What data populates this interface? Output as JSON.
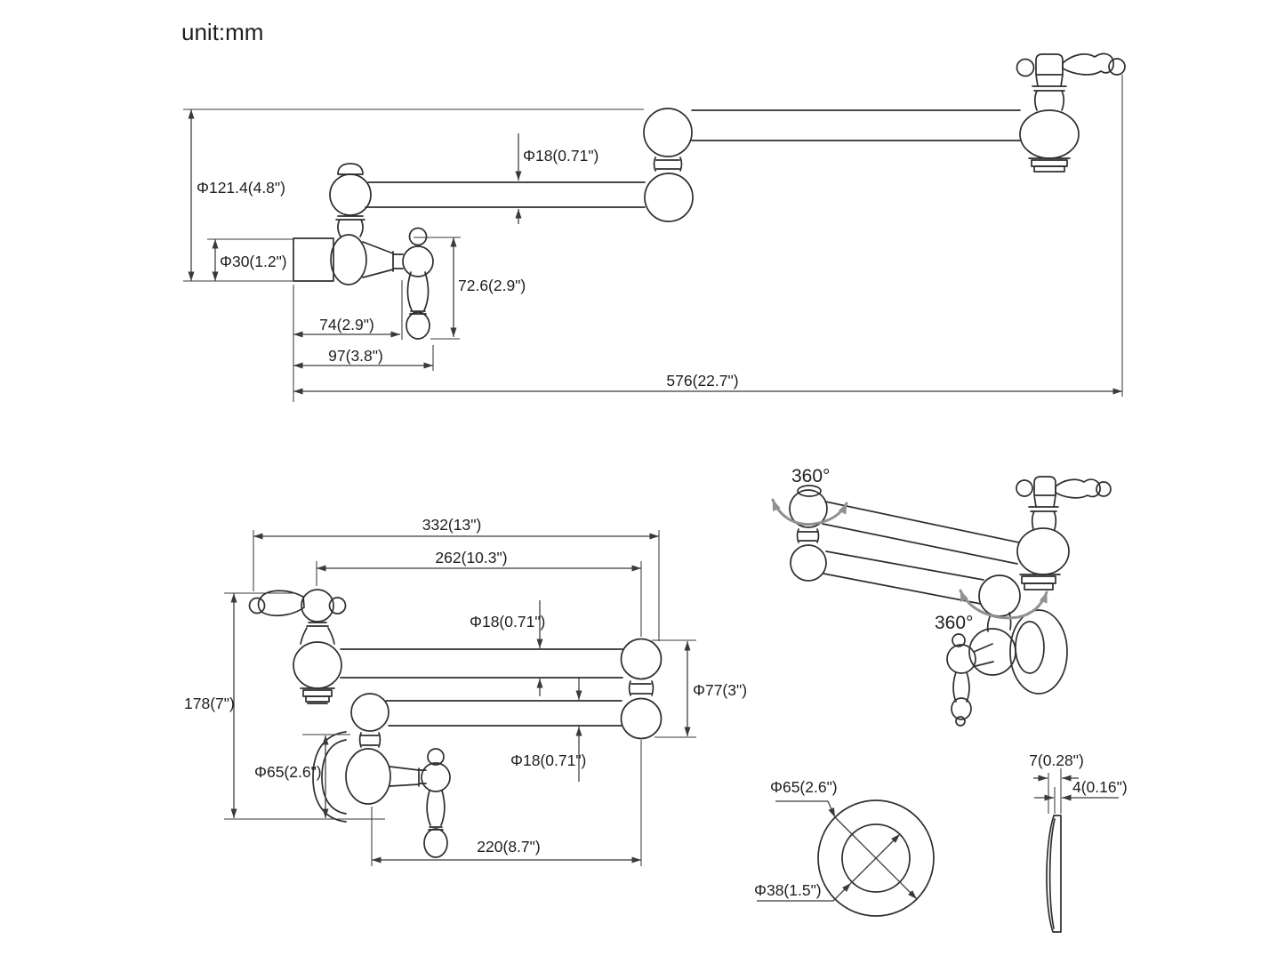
{
  "title": {
    "unit_label": "unit:mm"
  },
  "colors": {
    "line": "#2e2e2e",
    "dimension": "#3a3a3a",
    "swivel_arrow": "#8f9193",
    "background": "#ffffff",
    "text": "#1e1e1e"
  },
  "top_view": {
    "dims": {
      "overall_height": "Φ121.4(4.8\")",
      "arm_diameter": "Φ18(0.71\")",
      "inlet_diameter": "Φ30(1.2\")",
      "handle_length": "72.6(2.9\")",
      "wall_to_handle": "74(2.9\")",
      "wall_to_handle_end": "97(3.8\")",
      "overall_reach": "576(22.7\")"
    }
  },
  "folded_view": {
    "dims": {
      "overall_width": "332(13\")",
      "spout_to_joint": "262(10.3\")",
      "upper_arm_diameter": "Φ18(0.71\")",
      "joint_height": "Φ77(3\")",
      "lower_arm_diameter": "Φ18(0.71\")",
      "overall_height": "178(7\")",
      "flange_diameter": "Φ65(2.6\")",
      "lower_arm_length": "220(8.7\")"
    }
  },
  "swivel_view": {
    "upper_joint_rotation": "360°",
    "lower_joint_rotation": "360°"
  },
  "flange_front_view": {
    "outer_diameter": "Φ65(2.6\")",
    "inner_diameter": "Φ38(1.5\")"
  },
  "flange_side_view": {
    "total_thickness": "7(0.28\")",
    "rim_thickness": "4(0.16\")"
  }
}
